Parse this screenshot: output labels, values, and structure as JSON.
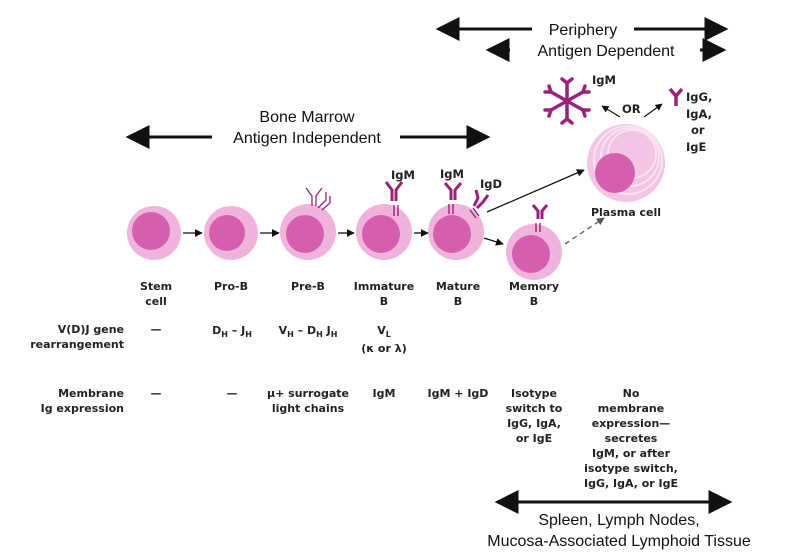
{
  "regions": {
    "periphery": "Periphery",
    "antigen_dependent": "Antigen Dependent",
    "bone_marrow": "Bone Marrow",
    "antigen_independent": "Antigen Independent",
    "tissues_line1": "Spleen, Lymph Nodes,",
    "tissues_line2": "Mucosa-Associated Lymphoid Tissue"
  },
  "stages": [
    {
      "line1": "Stem",
      "line2": "cell"
    },
    {
      "line1": "Pro-B",
      "line2": ""
    },
    {
      "line1": "Pre-B",
      "line2": ""
    },
    {
      "line1": "Immature",
      "line2": "B"
    },
    {
      "line1": "Mature",
      "line2": "B"
    },
    {
      "line1": "Memory",
      "line2": "B"
    }
  ],
  "plasma_cell": "Plasma cell",
  "ig_labels": {
    "immature_igm": "IgM",
    "mature_igm": "IgM",
    "mature_igd": "IgD",
    "plasma_igm": "IgM",
    "or": "OR",
    "igg": "IgG,",
    "iga": "IgA,",
    "or2": "or",
    "ige": "IgE"
  },
  "rows": {
    "vdj_head_line1": "V(D)J gene",
    "vdj_head_line2": "rearrangement",
    "mem_head_line1": "Membrane",
    "mem_head_line2": "Ig expression"
  },
  "vdj": {
    "stem": "—",
    "prob_d": "D",
    "prob_d_sub": "H",
    "prob_dash": " – ",
    "prob_j": "J",
    "prob_j_sub": "H",
    "preb_v": "V",
    "preb_v_sub": "H",
    "preb_dash": " – ",
    "preb_d": "D",
    "preb_d_sub": "H",
    "preb_j": " J",
    "preb_j_sub": "H",
    "imm_v": "V",
    "imm_v_sub": "L",
    "imm_line2": "(κ or λ)"
  },
  "membrane": {
    "stem": "—",
    "prob": "—",
    "preb_line1": "μ+ surrogate",
    "preb_line2": "light chains",
    "immature": "IgM",
    "mature": "IgM + IgD",
    "memory": [
      "Isotype",
      "switch to",
      "IgG, IgA,",
      "or IgE"
    ],
    "plasma": [
      "No",
      "membrane",
      "expression—",
      "secretes",
      "IgM, or after",
      "isotype switch,",
      "IgG, IgA, or IgE"
    ]
  },
  "colors": {
    "cell_outer": "#efb3dc",
    "cell_inner": "#d55fae",
    "antibody": "#99227a",
    "arrow": "#111111"
  }
}
